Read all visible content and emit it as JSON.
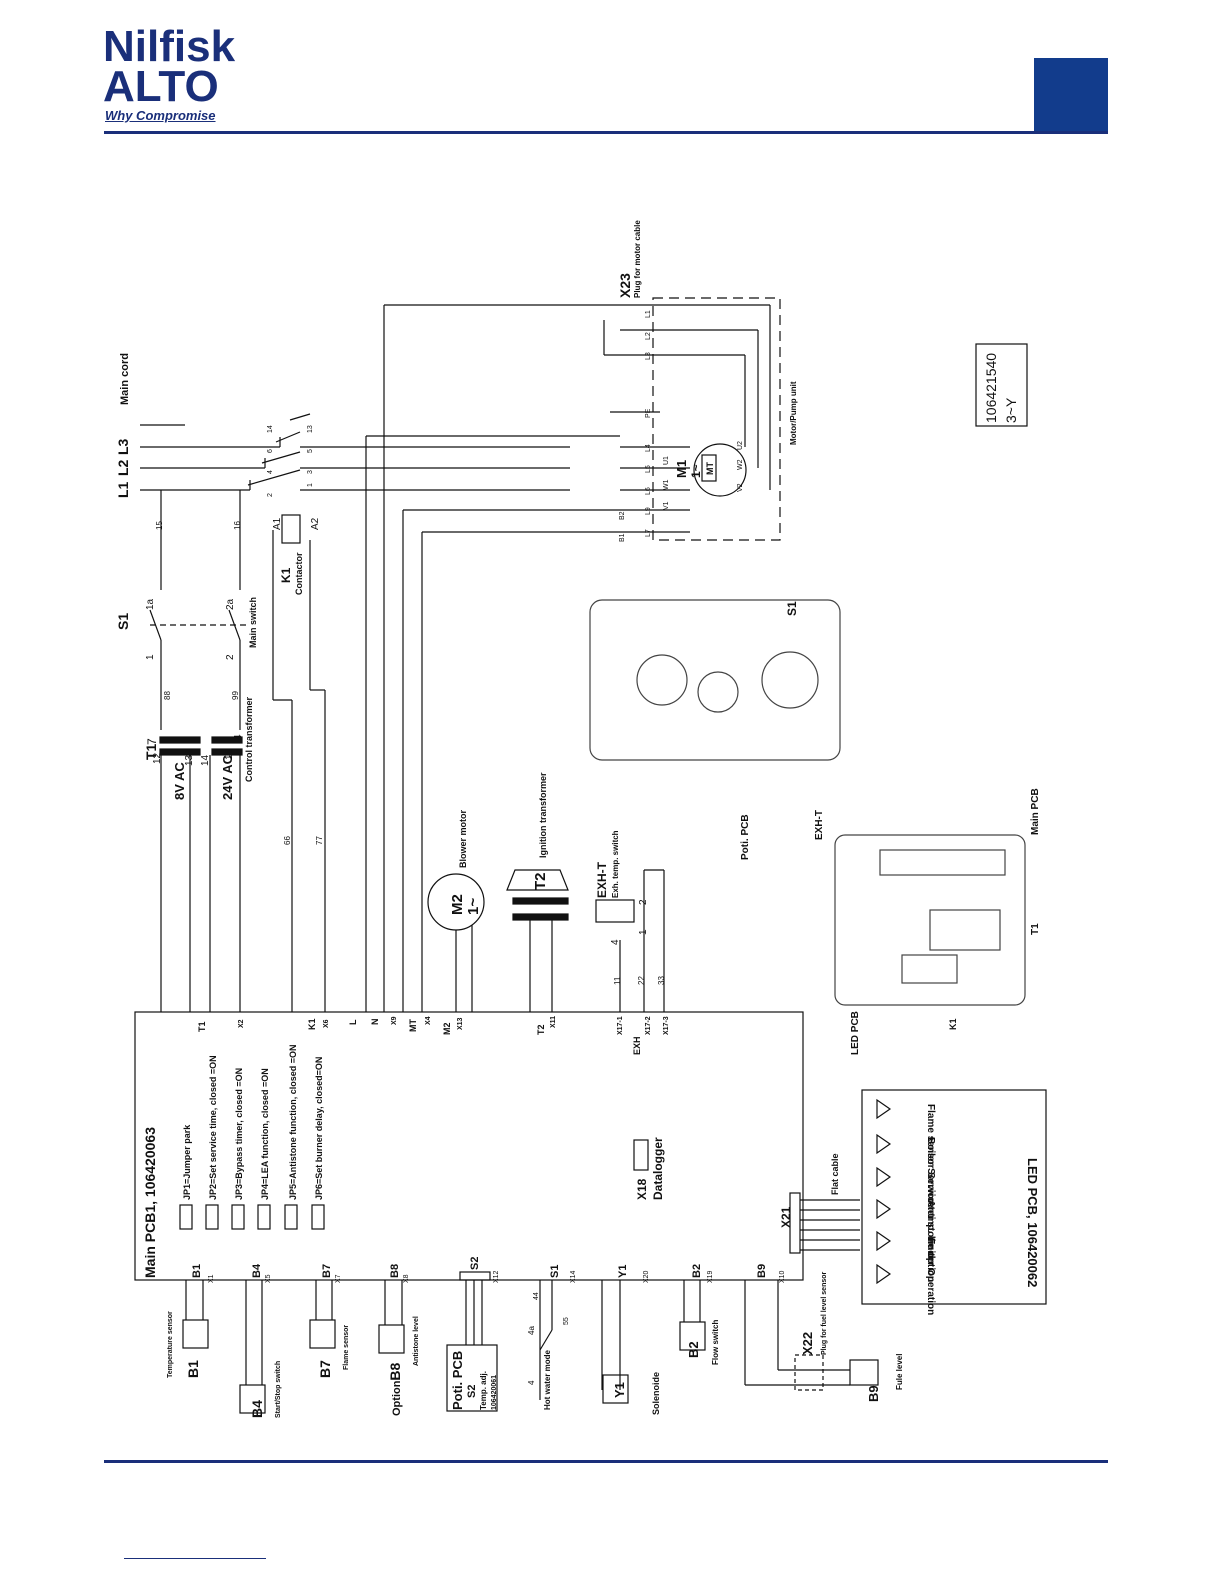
{
  "header": {
    "brand_line1": "Nilfisk",
    "brand_line2": "ALTO",
    "tagline": "Why Compromise",
    "brand_color": "#1a2f7a",
    "accent_block_color": "#123c8c"
  },
  "diagram": {
    "power": {
      "phases": [
        "L1",
        "L2",
        "L3"
      ],
      "main_cord": "Main cord",
      "wire_15": "15",
      "wire_16": "16"
    },
    "switch_s1": {
      "id": "S1",
      "label": "Main switch",
      "term_1a": "1a",
      "term_2a": "2a",
      "term_1": "1",
      "term_2": "2",
      "wire_88": "88",
      "wire_99": "99"
    },
    "transformer_t1": {
      "id": "T1",
      "label": "Control transformer",
      "v8": "8V AC",
      "v24": "24V AC",
      "pin_7": "7",
      "pin_12": "12",
      "pin_13": "13",
      "pin_14": "14",
      "pin_15": "15",
      "pin_4": "4"
    },
    "contactor_k1": {
      "id": "K1",
      "label": "Contactor",
      "a1": "A1",
      "a2": "A2",
      "contacts_top": [
        "2",
        "4",
        "6",
        "14"
      ],
      "contacts_bottom": [
        "1",
        "3",
        "5",
        "13"
      ]
    },
    "plug_x23": {
      "id": "X23",
      "label": "Plug for motor cable"
    },
    "motor_pump": {
      "label": "Motor/Pump unit",
      "motor_id": "M1",
      "motor_type": "1~",
      "thermal": "MT",
      "terminals": [
        "L1",
        "L2",
        "L3",
        "PE",
        "L4",
        "L5",
        "L6",
        "L9",
        "L7"
      ],
      "inner_terminals": [
        "U1",
        "U2",
        "W1",
        "W2",
        "V1",
        "V2"
      ],
      "b_terms": [
        "B1",
        "B2"
      ]
    },
    "part_number_box": {
      "number": "106421540",
      "phase": "3~Y"
    },
    "blower": {
      "id": "M2",
      "type": "1~",
      "label": "Blower motor"
    },
    "ignition": {
      "id": "T2",
      "label": "Ignition transformer"
    },
    "exh_switch": {
      "id": "EXH-T",
      "label": "Exh. temp. switch",
      "pin_1": "1",
      "pin_2": "2",
      "pin_4": "4",
      "wire_11": "11",
      "wire_22": "22",
      "wire_33": "33"
    },
    "main_pcb": {
      "title": "Main PCB1, 106420063",
      "wire_66": "66",
      "wire_77": "77",
      "top_connectors": [
        "T1",
        "X2",
        "K1",
        "X6",
        "L",
        "N",
        "X9",
        "MT",
        "X4",
        "M2",
        "X13",
        "T2",
        "X11",
        "X17-1",
        "EXH",
        "X17-2",
        "X17-3"
      ],
      "jumpers": [
        "JP1=Jumper park",
        "JP2=Set service time, closed =ON",
        "JP3=Bypass timer, closed =ON",
        "JP4=LEA function, closed =ON",
        "JP5=Antistone function, closed =ON",
        "JP6=Set burner delay, closed=ON"
      ],
      "datalogger_id": "X18",
      "datalogger_label": "Datalogger",
      "flat_cable_id": "X21",
      "flat_cable_label": "Flat cable",
      "bottom_connectors": [
        {
          "id": "B1",
          "x": "X1"
        },
        {
          "id": "B4",
          "x": "X5"
        },
        {
          "id": "B7",
          "x": "X7"
        },
        {
          "id": "B8",
          "x": "X8"
        },
        {
          "id": "S2",
          "x": "X12"
        },
        {
          "id": "S1",
          "x": "X14"
        },
        {
          "id": "Y1",
          "x": "X20"
        },
        {
          "id": "B2",
          "x": "X19"
        },
        {
          "id": "B9",
          "x": "X10"
        }
      ]
    },
    "sensors": {
      "b1": {
        "id": "B1",
        "label": "Temperature sensor"
      },
      "b4": {
        "id": "B4",
        "label": "Start/Stop switch"
      },
      "b7": {
        "id": "B7",
        "label": "Flame sensor"
      },
      "b8": {
        "id": "B8",
        "prefix": "Option",
        "label": "Antistone level"
      },
      "s2": {
        "title": "Poti. PCB",
        "id": "S2",
        "label": "Temp. adj.",
        "pn": "106420061"
      },
      "s1_hw": {
        "label": "Hot water mode",
        "pin_4": "4",
        "pin_4a": "4a",
        "wire_44": "44",
        "wire_55": "55"
      },
      "y1": {
        "id": "Y1",
        "label": "Solenoide"
      },
      "b2": {
        "id": "B2",
        "label": "Flow switch"
      },
      "x22": {
        "id": "X22",
        "label": "Plug for fuel level sensor"
      },
      "b9": {
        "id": "B9",
        "label": "Fule level"
      }
    },
    "led_pcb": {
      "title": "LED PCB, 106420062",
      "leds": [
        "Flame sensor",
        "Boiler Service temp. limiter",
        "Service",
        "Anti stone option",
        "Fuel",
        "Operation"
      ]
    },
    "photos": {
      "poti_label": "Poti. PCB",
      "s1_label": "S1",
      "exh_label": "EXH-T",
      "main_pcb_label": "Main PCB",
      "t1_label": "T1",
      "led_label": "LED PCB",
      "k1_label": "K1"
    }
  }
}
